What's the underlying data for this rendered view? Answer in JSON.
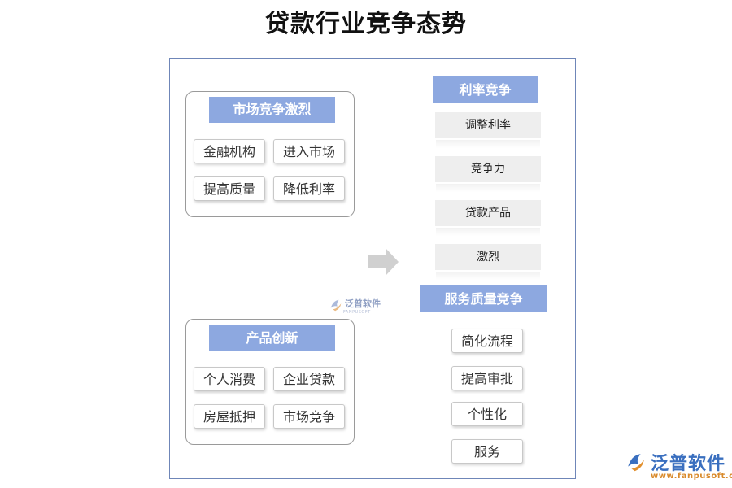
{
  "title": "贷款行业竞争态势",
  "market": {
    "title": "市场竞争激烈",
    "items": [
      "金融机构",
      "进入市场",
      "提高质量",
      "降低利率"
    ]
  },
  "product": {
    "title": "产品创新",
    "items": [
      "个人消费",
      "企业贷款",
      "房屋抵押",
      "市场竞争"
    ]
  },
  "rate": {
    "title": "利率竞争",
    "items": [
      "调整利率",
      "竞争力",
      "贷款产品",
      "激烈"
    ]
  },
  "service": {
    "title": "服务质量竞争",
    "items": [
      "简化流程",
      "提高审批",
      "个性化",
      "服务"
    ]
  },
  "watermark": {
    "name": "泛普软件",
    "sub": "FANPUSOFT"
  },
  "brand": {
    "name": "泛普软件",
    "url": "www.fanpusoft.com"
  },
  "colors": {
    "title_bar": "#8da8e0",
    "frame_border": "#6f86b8",
    "rate_item_bg": "#eeeeee",
    "arrow": "#d0d0d0",
    "brand_blue": "#3a6fbf",
    "brand_orange": "#d98a2b"
  },
  "icons": {
    "arrow": "right-arrow-icon",
    "logo": "fanpu-logo-icon"
  }
}
